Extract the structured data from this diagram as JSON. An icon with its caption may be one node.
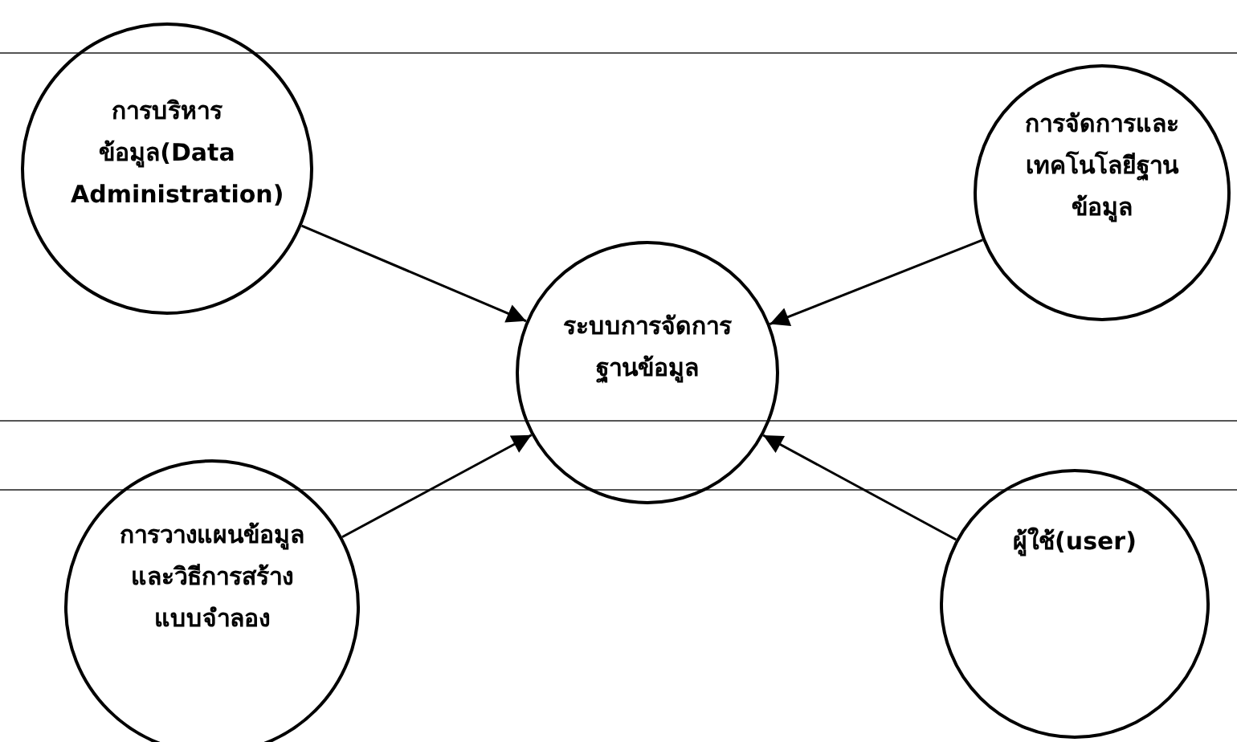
{
  "diagram": {
    "nodes": [
      {
        "text": [
          "การบริหารข้อมูล(Data Administration)"
        ]
      },
      {
        "text": [
          "การจัดการและเทคโนโลยีฐานข้อมูล"
        ]
      },
      {
        "text": [
          "ระบบการจัดการฐานข้อมูล"
        ]
      },
      {
        "text": [
          "การวางแผนข้อมูลและวิธีการสร้างแบบจำลอง"
        ]
      },
      {
        "text": [
          "ผู้ใช้(user)"
        ]
      }
    ],
    "edges": [
      {
        "from": 0,
        "to": 2,
        "arrow": "to"
      },
      {
        "from": 1,
        "to": 2,
        "arrow": "to"
      },
      {
        "from": 3,
        "to": 2,
        "arrow": "to"
      },
      {
        "from": 4,
        "to": 2,
        "arrow": "to"
      }
    ]
  }
}
